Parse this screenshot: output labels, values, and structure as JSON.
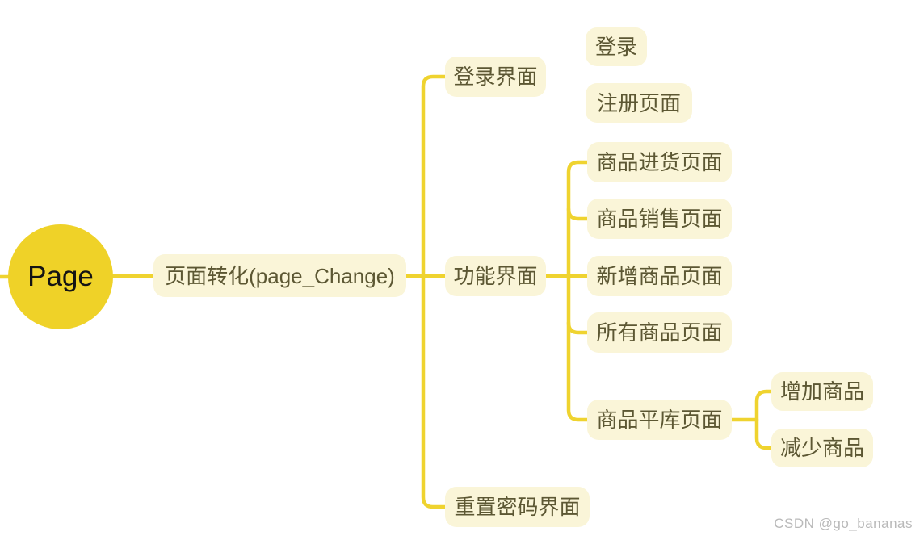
{
  "mindmap": {
    "root": {
      "label": "Page"
    },
    "child": {
      "label": "页面转化(page_Change)",
      "children": [
        {
          "label": "登录界面",
          "children": [
            {
              "label": "登录"
            },
            {
              "label": "注册页面"
            }
          ]
        },
        {
          "label": "功能界面",
          "children": [
            {
              "label": "商品进货页面"
            },
            {
              "label": "商品销售页面"
            },
            {
              "label": "新增商品页面"
            },
            {
              "label": "所有商品页面"
            },
            {
              "label": "商品平库页面",
              "children": [
                {
                  "label": "增加商品"
                },
                {
                  "label": "减少商品"
                }
              ]
            }
          ]
        },
        {
          "label": "重置密码界面"
        }
      ]
    }
  },
  "watermark": {
    "text": "CSDN @go_bananas"
  },
  "colors": {
    "line": "#efd32f",
    "root_fill": "#efd228",
    "root_text": "#141414",
    "node_fill": "#faf5d8",
    "node_text": "#5c5733",
    "watermark": "#b9b9b9"
  }
}
